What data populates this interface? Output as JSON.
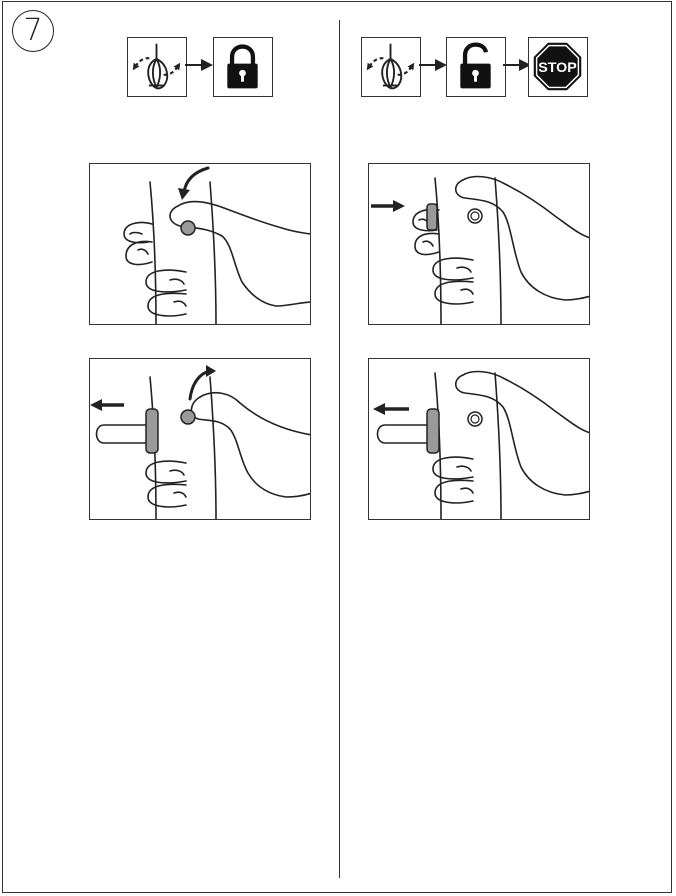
{
  "page": {
    "step_number": "7"
  },
  "left_column": {
    "icons": [
      "whisk-rotating-icon",
      "lock-closed-icon"
    ],
    "panels": [
      "press-lock-button-illustration",
      "release-lock-button-illustration"
    ]
  },
  "right_column": {
    "icons": [
      "whisk-rotating-icon",
      "lock-open-icon",
      "stop-sign-icon"
    ],
    "stop_label": "STOP",
    "panels": [
      "press-switch-illustration",
      "release-switch-illustration"
    ]
  },
  "colors": {
    "line": "#222222",
    "button_fill": "#9a9a9a",
    "background": "#ffffff"
  }
}
